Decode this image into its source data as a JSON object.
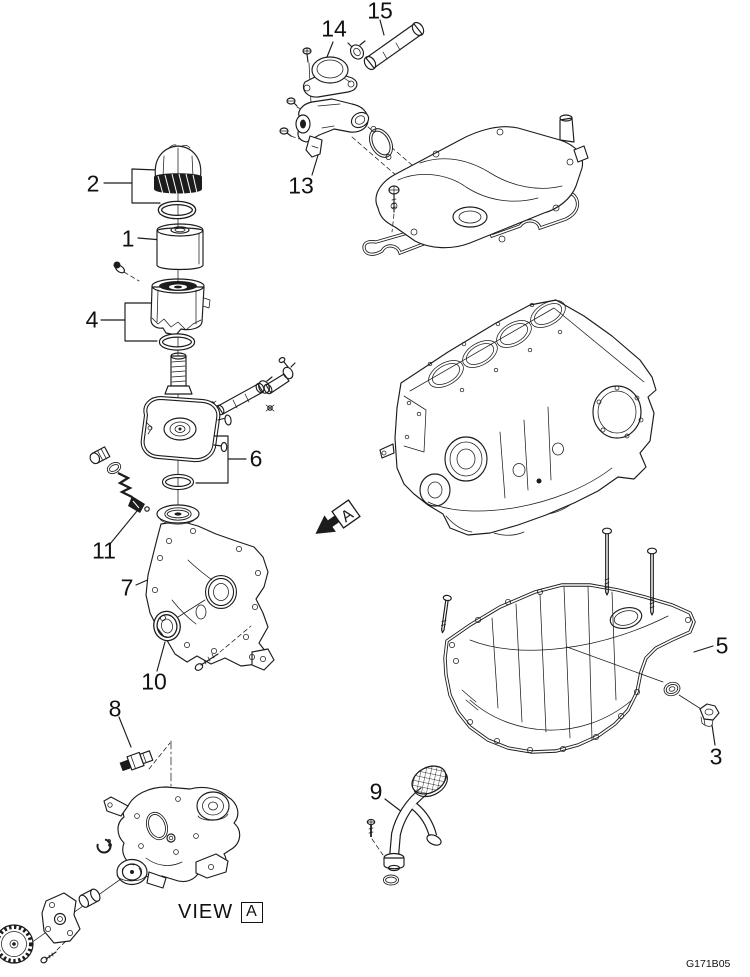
{
  "figure": {
    "code": "G171B05",
    "view_label": "VIEW",
    "view_ref": "A",
    "arrow_ref": "A"
  },
  "callouts": {
    "c1": {
      "label": "1"
    },
    "c2": {
      "label": "2"
    },
    "c3": {
      "label": "3"
    },
    "c4": {
      "label": "4"
    },
    "c5": {
      "label": "5"
    },
    "c6": {
      "label": "6"
    },
    "c7": {
      "label": "7"
    },
    "c8": {
      "label": "8"
    },
    "c9": {
      "label": "9"
    },
    "c10": {
      "label": "10"
    },
    "c11": {
      "label": "11"
    },
    "c13": {
      "label": "13"
    },
    "c14": {
      "label": "14"
    },
    "c15": {
      "label": "15"
    }
  }
}
